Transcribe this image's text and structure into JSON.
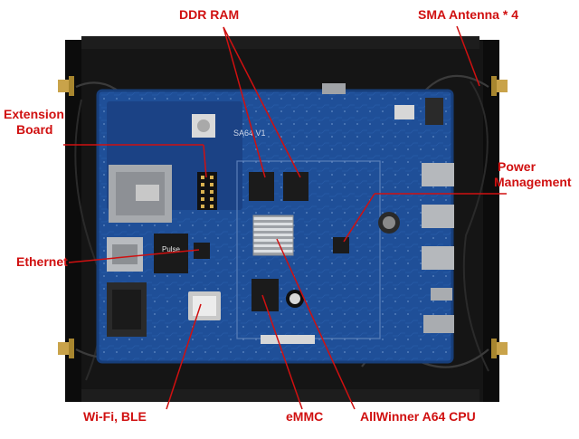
{
  "colors": {
    "label": "#d01010",
    "leader": "#d01010",
    "enclosure": "#161616",
    "pcb": "#1f4f98",
    "pcb_dark": "#173e7a",
    "chip": "#1b1b1b",
    "heatsink": "#cfd2d6",
    "metal": "#b9bcc0"
  },
  "labels": {
    "ddr_ram": "DDR RAM",
    "sma_antenna": "SMA Antenna * 4",
    "extension_line1": "Extension",
    "extension_line2": "Board",
    "power_line1": "Power",
    "power_line2": "Management",
    "ethernet": "Ethernet",
    "wifi_ble": "Wi-Fi, BLE",
    "emmc": "eMMC",
    "cpu": "AllWinner A64 CPU"
  },
  "board": {
    "silkscreen": "SA64 V1",
    "jack_brand": "Pulse"
  }
}
